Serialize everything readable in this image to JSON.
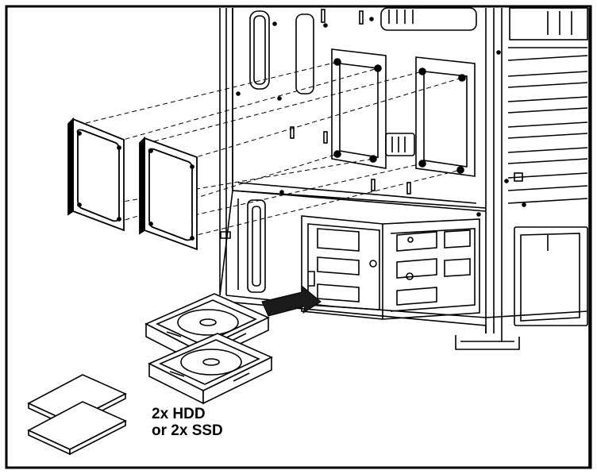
{
  "caption": {
    "line1": "2x HDD",
    "line2": "or 2x SSD"
  },
  "colors": {
    "line": "#000000",
    "background": "#ffffff",
    "arrow": "#1a1a1a"
  },
  "icons": [
    "case-chassis-illustration",
    "hdd-bracket",
    "hard-drive",
    "ssd-drive",
    "insert-arrow"
  ]
}
